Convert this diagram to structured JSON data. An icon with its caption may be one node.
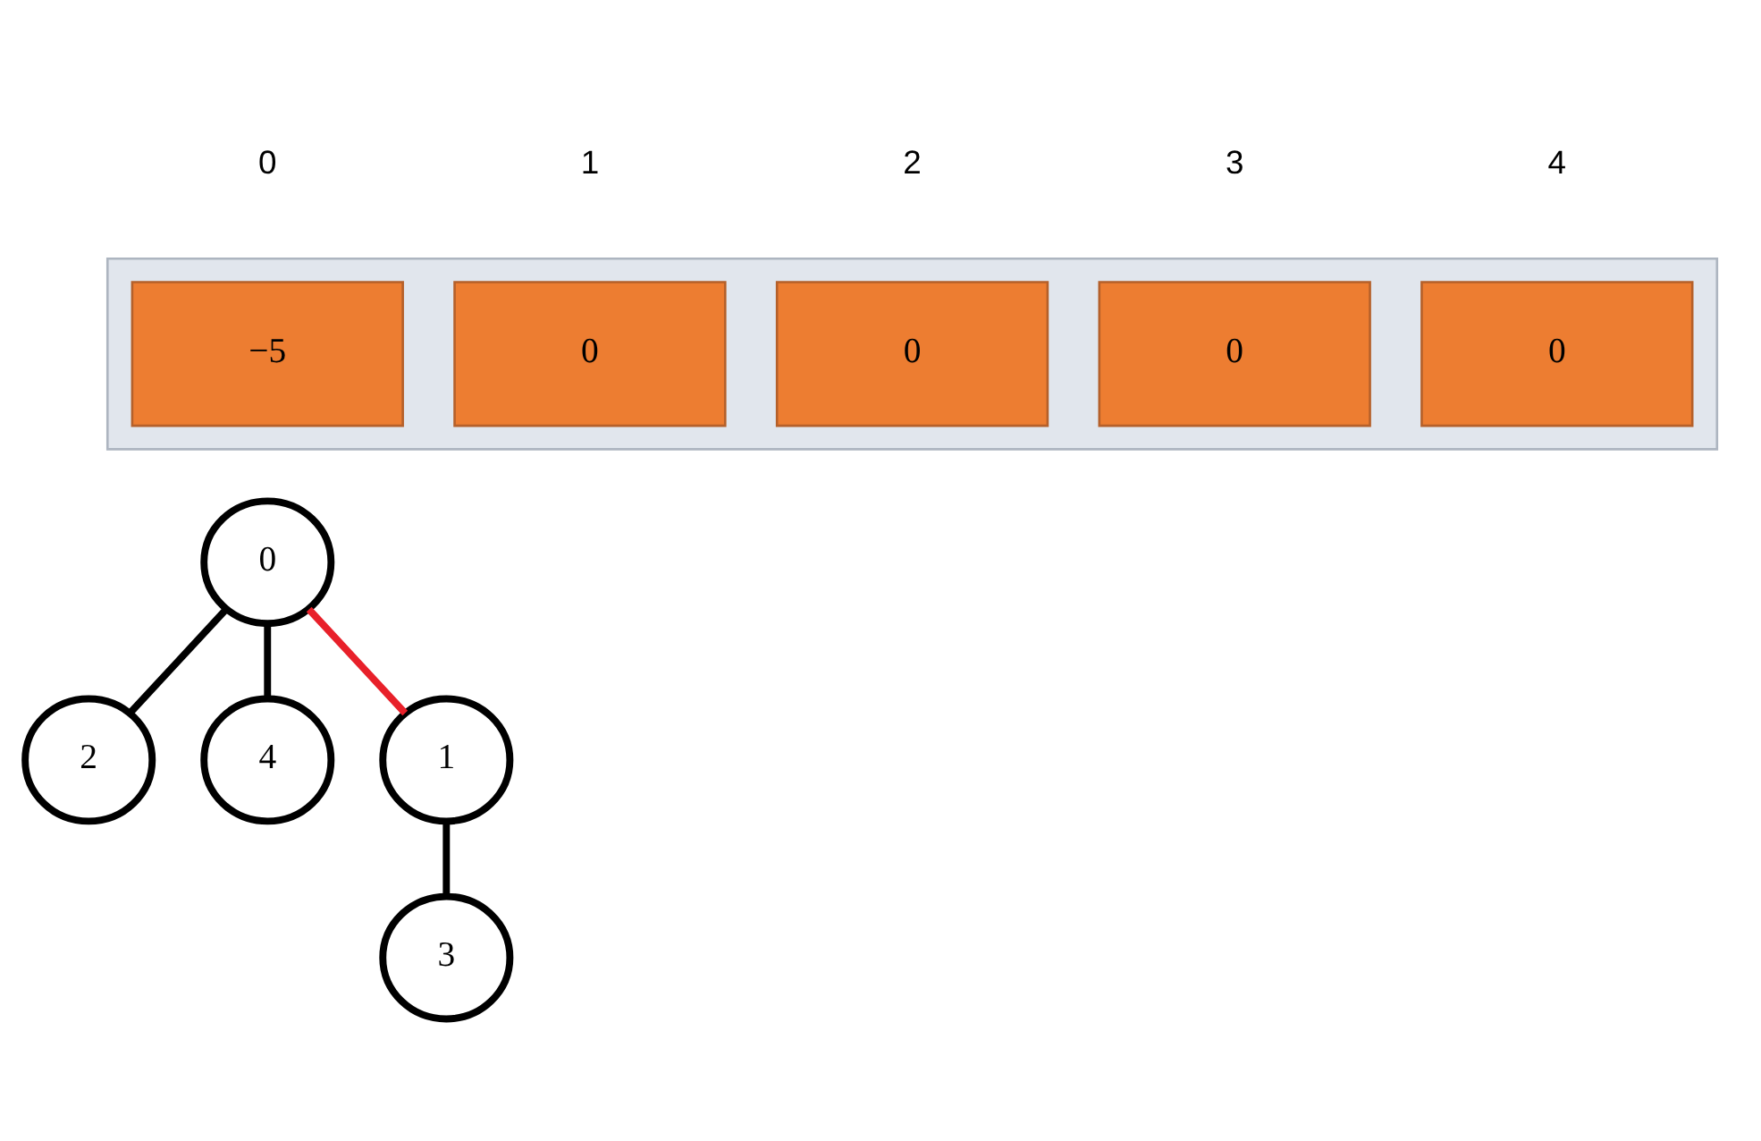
{
  "diagram": {
    "nodes": [
      {
        "text": [],
        "shape": "box"
      },
      {
        "text": [
          "−5"
        ],
        "in": 0,
        "beside": [
          "0"
        ]
      },
      {
        "text": [
          "0"
        ],
        "in": 0,
        "beside": [
          "1"
        ]
      },
      {
        "text": [
          "0"
        ],
        "in": 0,
        "beside": [
          "2"
        ]
      },
      {
        "text": [
          "0"
        ],
        "in": 0,
        "beside": [
          "3"
        ]
      },
      {
        "text": [
          "0"
        ],
        "in": 0,
        "beside": [
          "4"
        ]
      },
      {
        "text": [
          "0"
        ]
      },
      {
        "text": [
          "2"
        ]
      },
      {
        "text": [
          "4"
        ]
      },
      {
        "text": [
          "1"
        ]
      },
      {
        "text": [
          "3"
        ]
      }
    ],
    "edges": [
      {
        "from": 6,
        "to": 7,
        "arrow": "none"
      },
      {
        "from": 6,
        "to": 8,
        "arrow": "none"
      },
      {
        "from": 6,
        "to": 9,
        "arrow": "none",
        "color": "#e8202a"
      },
      {
        "from": 9,
        "to": 10,
        "arrow": "none"
      }
    ]
  }
}
